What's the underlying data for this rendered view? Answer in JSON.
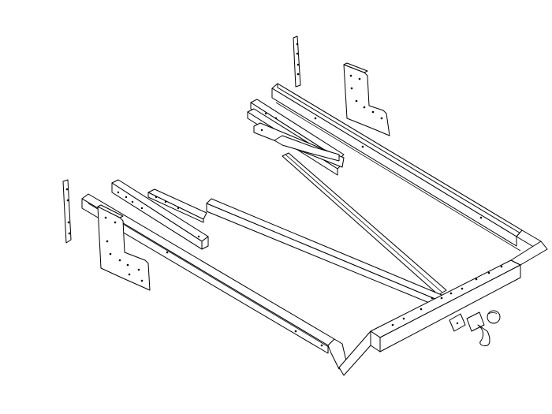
{
  "diagram": {
    "kind": "exploded-assembly-line-drawing",
    "colors": {
      "background": "#ffffff",
      "line": "#000000"
    },
    "parts": [
      "side-rail-left",
      "side-rail-right",
      "cross-beam",
      "tow-ball",
      "diagonal-brace-upper",
      "diagonal-brace-lower",
      "mounting-plate-left",
      "mounting-plate-right",
      "mounting-strip-left",
      "mounting-strip-right",
      "bracket-left",
      "bracket-right",
      "small-bracket-left"
    ]
  }
}
